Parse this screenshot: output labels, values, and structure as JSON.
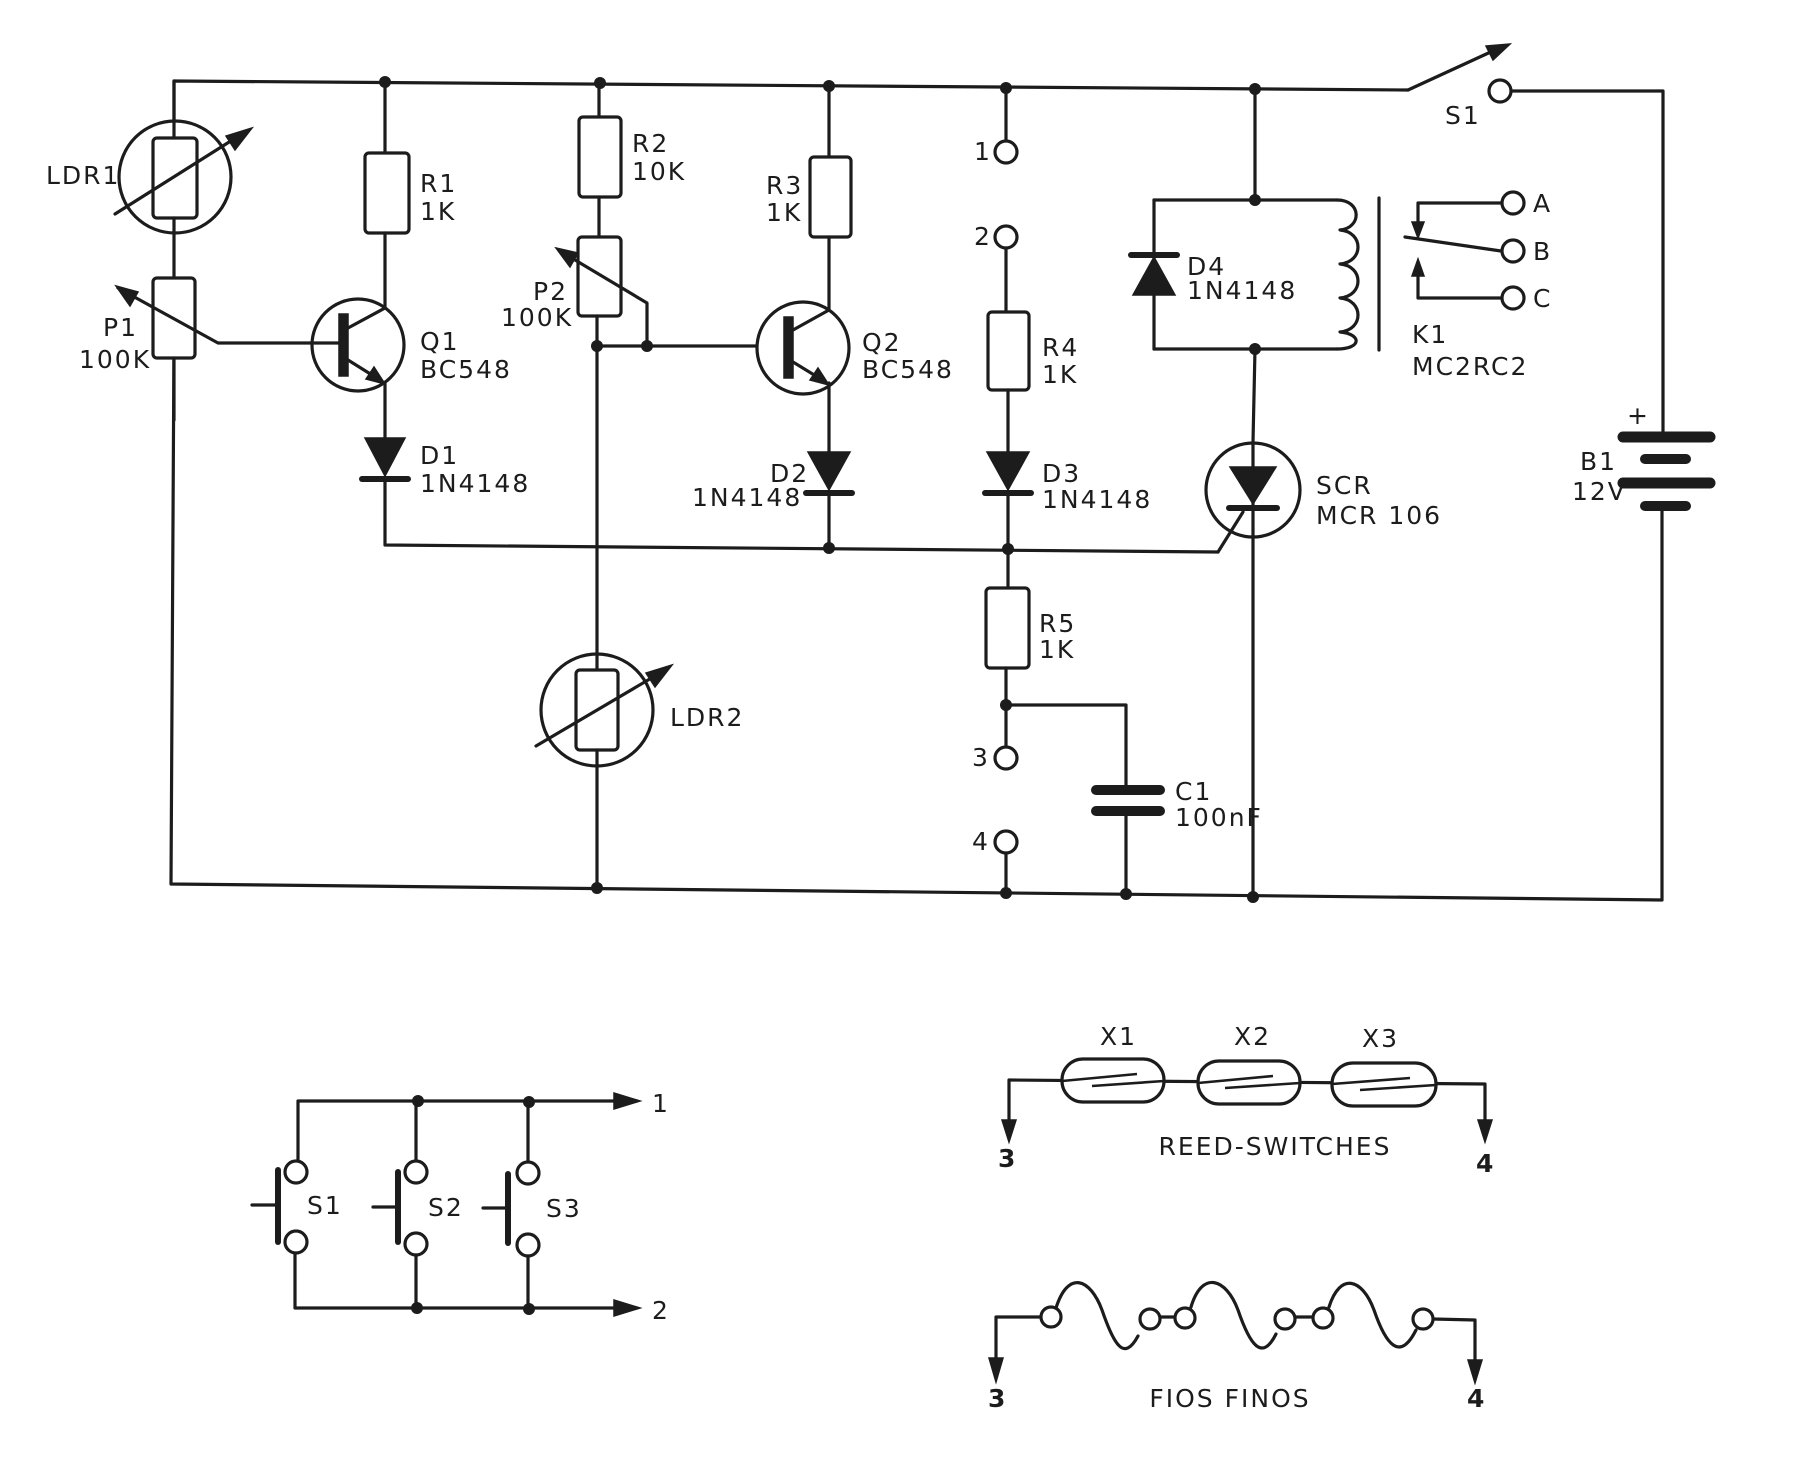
{
  "main_circuit": {
    "ldr1": {
      "ref": "LDR1"
    },
    "p1": {
      "ref": "P1",
      "value": "100K"
    },
    "r1": {
      "ref": "R1",
      "value": "1K"
    },
    "q1": {
      "ref": "Q1",
      "value": "BC548"
    },
    "d1": {
      "ref": "D1",
      "value": "1N4148"
    },
    "r2": {
      "ref": "R2",
      "value": "10K"
    },
    "p2": {
      "ref": "P2",
      "value": "100K"
    },
    "ldr2": {
      "ref": "LDR2"
    },
    "r3": {
      "ref": "R3",
      "value": "1K"
    },
    "q2": {
      "ref": "Q2",
      "value": "BC548"
    },
    "d2": {
      "ref": "D2",
      "value": "1N4148"
    },
    "r4": {
      "ref": "R4",
      "value": "1K"
    },
    "d3": {
      "ref": "D3",
      "value": "1N4148"
    },
    "r5": {
      "ref": "R5",
      "value": "1K"
    },
    "c1": {
      "ref": "C1",
      "value": "100nF"
    },
    "d4": {
      "ref": "D4",
      "value": "1N4148"
    },
    "k1": {
      "ref": "K1",
      "value": "MC2RC2",
      "contacts": [
        "A",
        "B",
        "C"
      ]
    },
    "scr": {
      "ref": "SCR",
      "value": "MCR 106"
    },
    "s1": {
      "ref": "S1"
    },
    "b1": {
      "ref": "B1",
      "value": "12V",
      "polarity": "+"
    },
    "terminals": [
      "1",
      "2",
      "3",
      "4"
    ]
  },
  "pushbutton_figure": {
    "switches": [
      "S1",
      "S2",
      "S3"
    ],
    "outputs": [
      "1",
      "2"
    ]
  },
  "reed_figure": {
    "switches": [
      "X1",
      "X2",
      "X3"
    ],
    "caption": "REED-SWITCHES",
    "ends": [
      "3",
      "4"
    ]
  },
  "wire_figure": {
    "caption": "FIOS FINOS",
    "ends": [
      "3",
      "4"
    ]
  }
}
